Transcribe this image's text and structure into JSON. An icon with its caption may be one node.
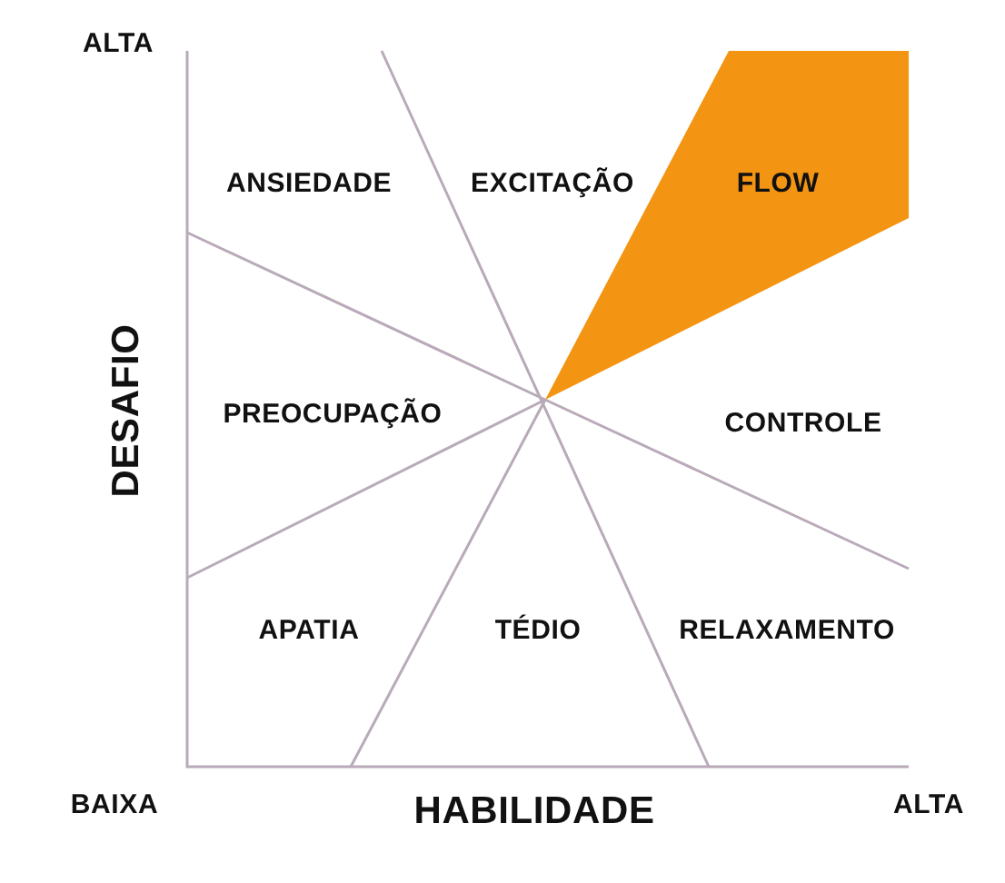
{
  "diagram": {
    "nodes": [
      {
        "text": [
          "FLOW"
        ]
      }
    ],
    "edges": [],
    "labels": [
      "ALTA",
      "ANSIEDADE",
      "EXCITAÇÃO",
      "DESAFIO",
      "PREOCUPAÇÃO",
      "CONTROLE",
      "APATIA",
      "TÉDIO",
      "RELAXAMENTO",
      "BAIXA",
      "HABILIDADE",
      "ALTA"
    ]
  }
}
